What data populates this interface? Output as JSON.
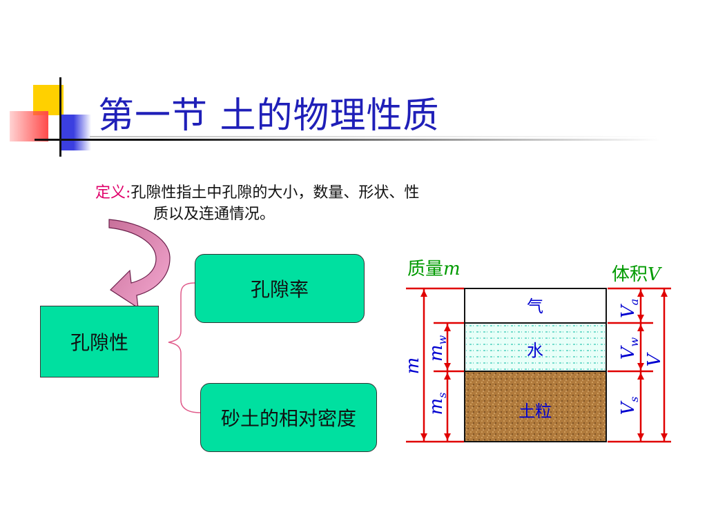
{
  "title": "第一节  土的物理性质",
  "definition": {
    "label": "定义:",
    "line1": "孔隙性指土中孔隙的大小，数量、形状、性",
    "line2": "质以及连通情况。"
  },
  "concept_map": {
    "root": "孔隙性",
    "branches": [
      "孔隙率",
      "砂土的相对密度"
    ]
  },
  "phase_diagram": {
    "mass_header": "质量",
    "mass_symbol": "m",
    "volume_header": "体积",
    "volume_symbol": "V",
    "phases": {
      "air": "气",
      "water": "水",
      "solid": "土粒"
    },
    "mass_labels": {
      "total": "m",
      "water": "m",
      "water_sub": "w",
      "solid": "m",
      "solid_sub": "s"
    },
    "volume_labels": {
      "air": "V",
      "air_sub": "a",
      "water": "V",
      "water_sub": "w",
      "solid": "V",
      "solid_sub": "s",
      "total": "V"
    },
    "colors": {
      "mass_header": "#009a00",
      "volume_header": "#009a00",
      "dimension_lines": "#e00000",
      "symbols": "#0000d0",
      "water": "#e8fff8",
      "soil": "#b07a3c"
    }
  }
}
